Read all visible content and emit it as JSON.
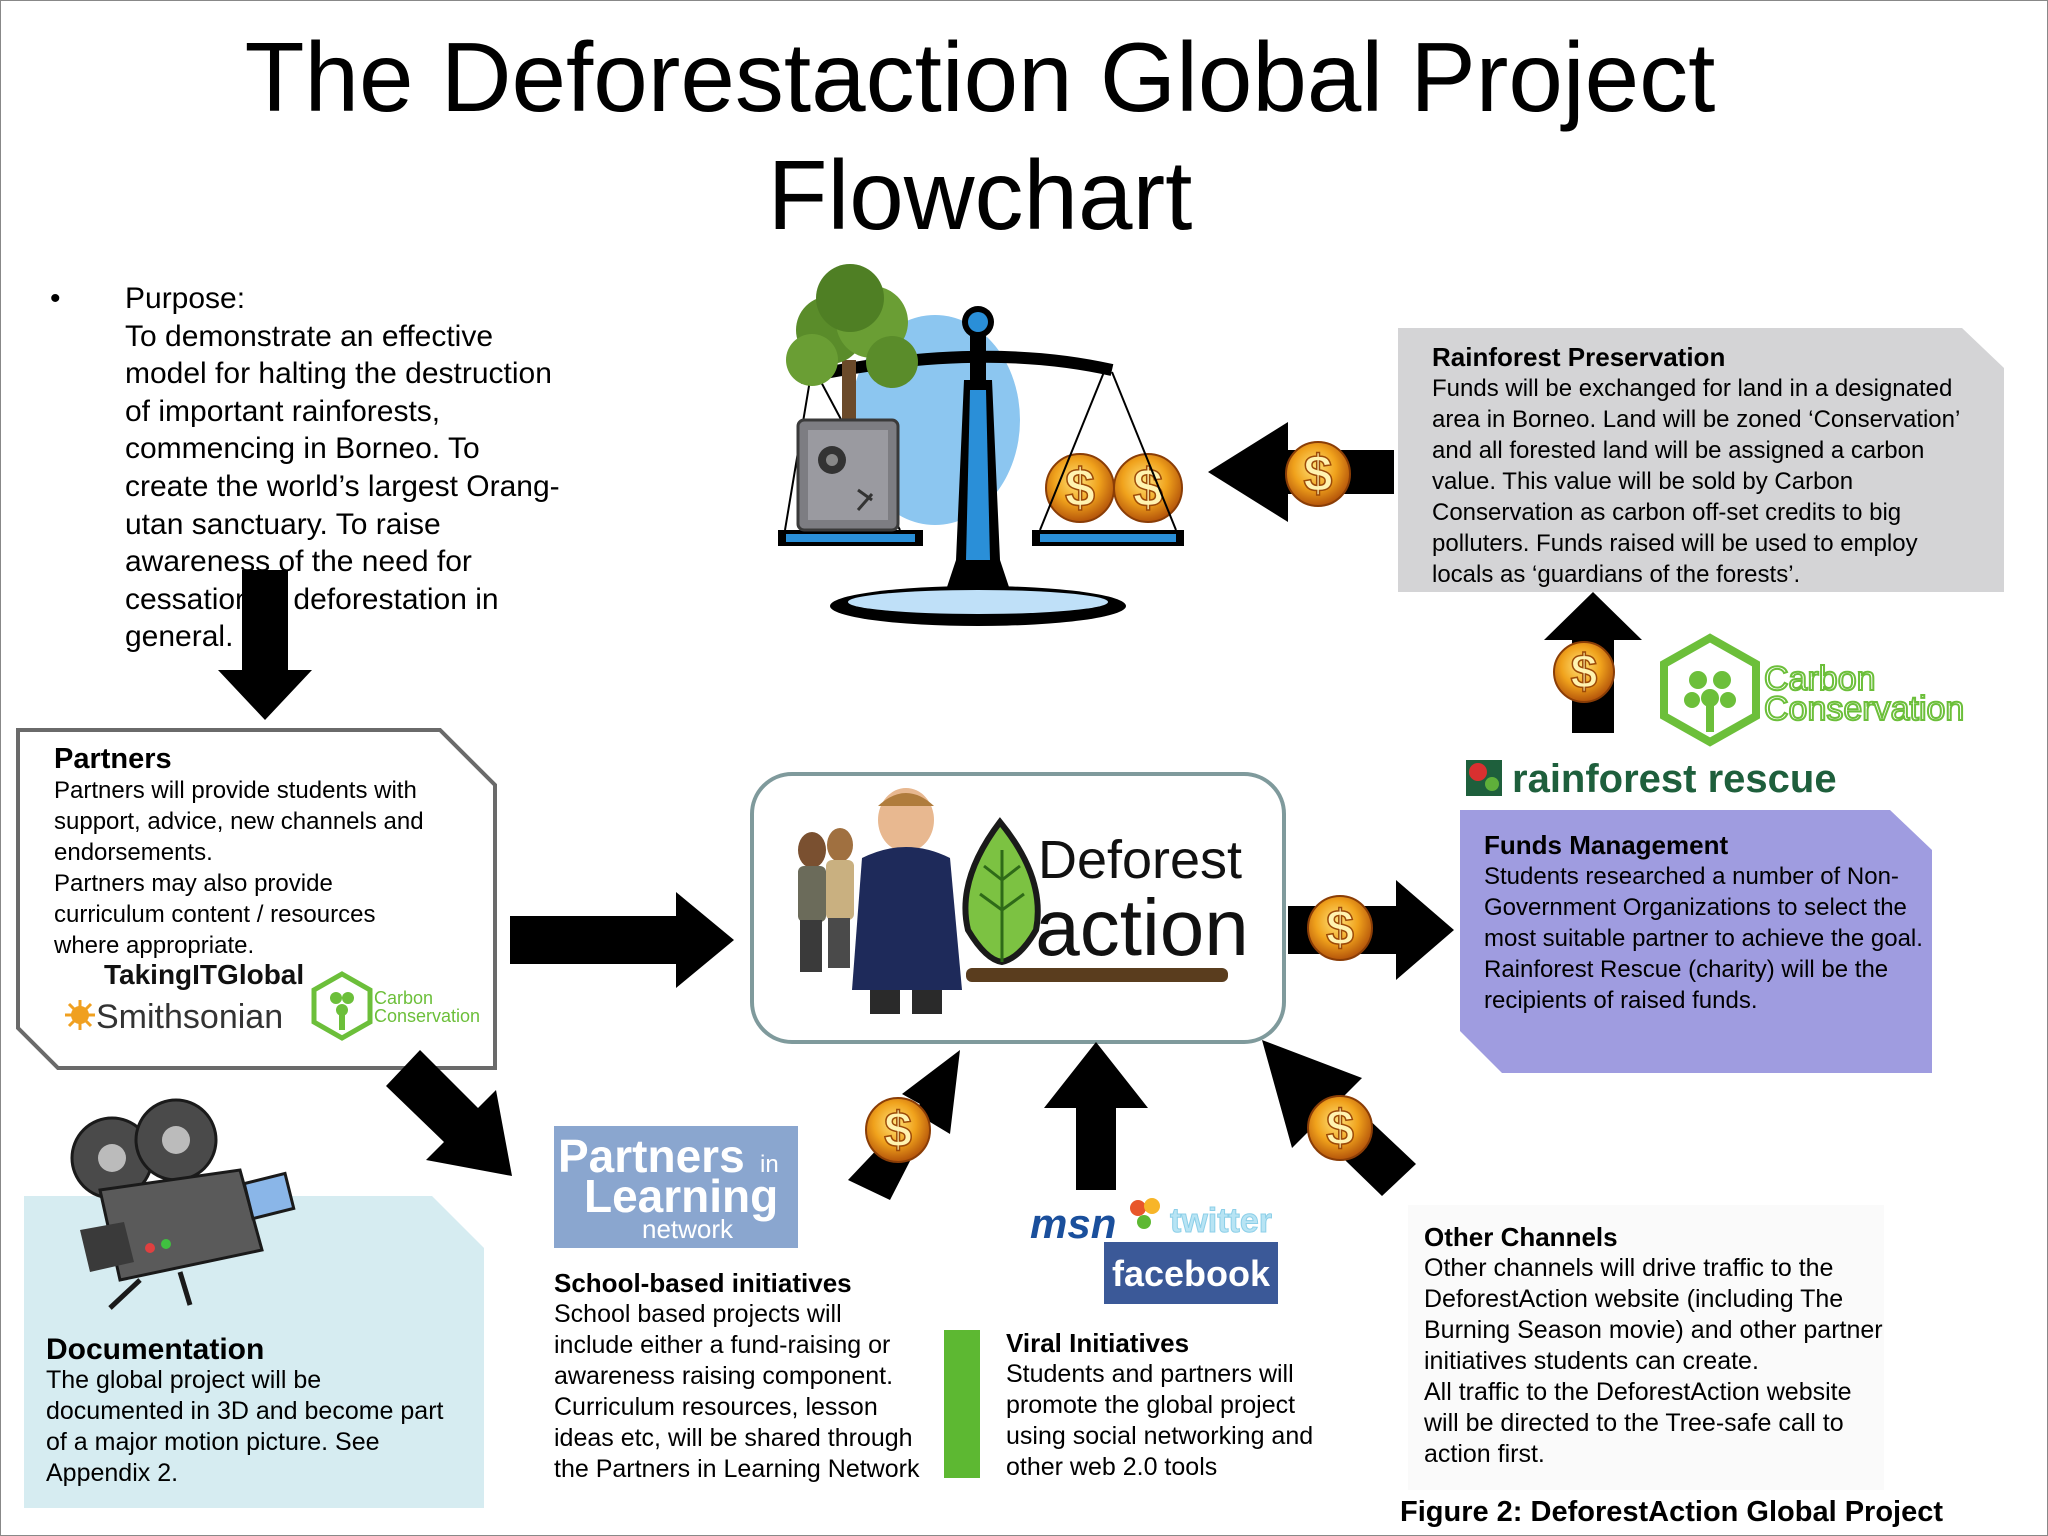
{
  "title": {
    "line1": "The Deforestaction Global Project",
    "line2": "Flowchart"
  },
  "purpose": {
    "bullet": "•",
    "heading": "Purpose:",
    "lines": [
      "To demonstrate an effective",
      "model for halting the destruction",
      "of important rainforests,",
      "commencing in Borneo. To",
      "create the world’s largest Orang-",
      "utan sanctuary. To raise",
      "awareness of the need for",
      "cessation of deforestation in",
      "general."
    ]
  },
  "partners": {
    "heading": "Partners",
    "lines": [
      "Partners will provide students with",
      "support, advice, new channels and",
      "endorsements.",
      "Partners may also provide",
      "curriculum content / resources",
      "where appropriate."
    ],
    "logos": {
      "takingitglobal": "TakingITGlobal",
      "smithsonian": "Smithsonian",
      "carbon1": "Carbon",
      "carbon2": "Conservation"
    }
  },
  "rainforest_preservation": {
    "heading": "Rainforest Preservation",
    "lines": [
      "Funds will be exchanged for land in a designated",
      "area in Borneo.  Land will be zoned ‘Conservation’",
      "and all forested land will be assigned a carbon",
      "value. This value will be sold by Carbon",
      "Conservation as carbon off-set credits to big",
      "polluters. Funds raised will be used to employ",
      "locals as ‘guardians of the forests’."
    ]
  },
  "carbon_conservation_logo": {
    "line1": "Carbon",
    "line2": "Conservation"
  },
  "rainforest_rescue_logo": "rainforest rescue",
  "funds_management": {
    "heading": "Funds Management",
    "lines": [
      "Students researched a number of Non-",
      "Government Organizations to select the",
      "most suitable partner to achieve the goal.",
      "Rainforest Rescue (charity) will be the",
      "recipients of raised funds."
    ]
  },
  "center_logo": {
    "line1": "Deforest",
    "line2": "action"
  },
  "documentation": {
    "heading": "Documentation",
    "lines": [
      "The global project will be",
      "documented in 3D and become part",
      "of a major motion picture.  See",
      "Appendix 2."
    ]
  },
  "pil_logo": {
    "line1": "Partners",
    "in": "in",
    "line2": "Learning",
    "line3": "network"
  },
  "school_initiatives": {
    "heading": "School-based initiatives",
    "lines": [
      "School based projects  will",
      "include either a fund-raising or",
      "awareness raising component.",
      "Curriculum resources, lesson",
      "ideas etc, will be shared through",
      "the Partners in Learning Network"
    ]
  },
  "social_logos": {
    "msn": "msn",
    "twitter": "twitter",
    "facebook": "facebook"
  },
  "viral_initiatives": {
    "heading": "Viral Initiatives",
    "lines": [
      "Students and partners will",
      "promote the global project",
      "using social networking and",
      "other web 2.0 tools"
    ]
  },
  "other_channels": {
    "heading": "Other Channels",
    "lines": [
      "Other channels will drive traffic to the",
      "DeforestAction website (including The",
      "Burning Season movie) and other partner",
      "initiatives students can create.",
      "All traffic to the DeforestAction website",
      "will be directed to the Tree-safe call to",
      "action first."
    ]
  },
  "caption": "Figure 2: DeforestAction Global Project",
  "coin_symbol": "$",
  "colors": {
    "grey_box": "#d4d4d6",
    "purple_box": "#9f9ce0",
    "doc_box": "#d6ecf1",
    "leaf_green": "#7cc242",
    "scale_blue": "#2a8fd8",
    "carbon_green": "#6cbf3a",
    "rescue_text": "#1e5f3c",
    "pil_blue": "#8aa6cf",
    "facebook_blue": "#3b5998"
  }
}
